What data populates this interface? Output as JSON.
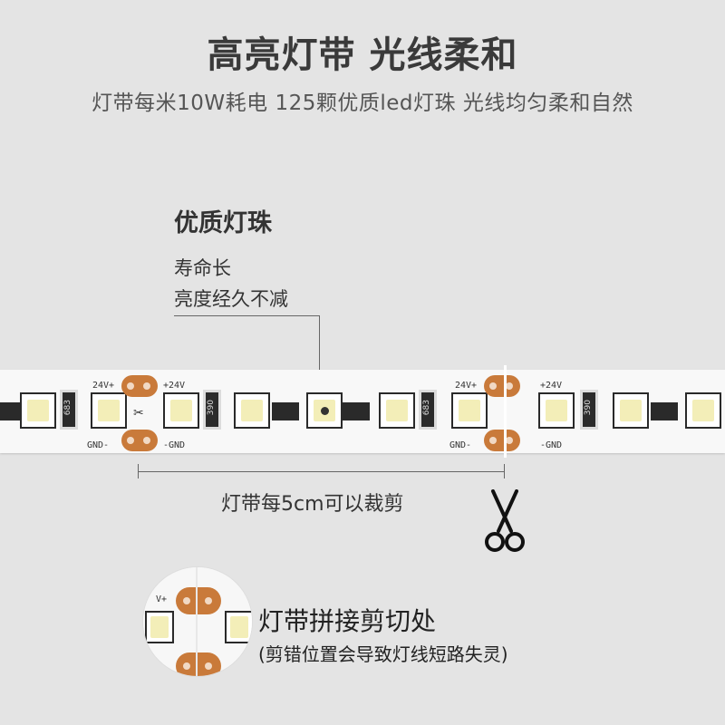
{
  "header": {
    "title": "高亮灯带 光线柔和",
    "subtitle": "灯带每米10W耗电 125颗优质led灯珠 光线均匀柔和自然"
  },
  "feature": {
    "title": "优质灯珠",
    "lines": [
      "寿命长",
      "亮度经久不减"
    ]
  },
  "strip": {
    "labels": {
      "v_left": "24V+",
      "v_right": "+24V",
      "gnd_left": "GND-",
      "gnd_right": "-GND"
    },
    "resistor_codes": [
      "683",
      "390",
      "683",
      "390"
    ]
  },
  "cut_hint": {
    "label": "灯带每5cm可以裁剪",
    "icon": "scissors-icon"
  },
  "splice": {
    "title": "灯带拼接剪切处",
    "note": "(剪错位置会导致灯线短路失灵)"
  },
  "colors": {
    "background": "#e4e4e4",
    "pad": "#c97a3a",
    "led": "#f3eeb8"
  }
}
